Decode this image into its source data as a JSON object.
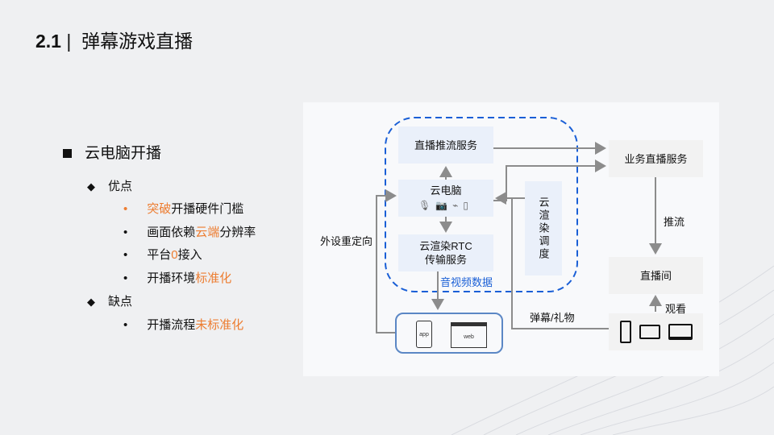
{
  "header": {
    "number": "2.1",
    "separator": "|",
    "title": "弹幕游戏直播"
  },
  "content": {
    "heading": "云电脑开播",
    "pros_label": "优点",
    "pros": [
      {
        "hl": "突破",
        "rest": "开播硬件门槛"
      },
      {
        "pre": "画面依赖",
        "hl": "云端",
        "rest": "分辨率"
      },
      {
        "pre": "平台",
        "hl": "0",
        "rest": "接入"
      },
      {
        "pre": "开播环境",
        "hl": "标准化"
      }
    ],
    "cons_label": "缺点",
    "cons": [
      {
        "pre": "开播流程",
        "hl": "未标准化"
      }
    ]
  },
  "diagram": {
    "push_service": "直播推流服务",
    "cloud_pc": "云电脑",
    "rtc_line1": "云渲染RTC",
    "rtc_line2": "传输服务",
    "scheduler": "云渲染调度",
    "biz_service": "业务直播服务",
    "live_room": "直播间",
    "av_data": "音视频数据",
    "peripheral": "外设重定向",
    "danmaku": "弹幕/礼物",
    "push": "推流",
    "watch": "观看",
    "app": "app",
    "web": "web"
  },
  "colors": {
    "accent": "#ed7d31",
    "blue": "#1a5fd6",
    "arrow": "#8c8c8c"
  }
}
